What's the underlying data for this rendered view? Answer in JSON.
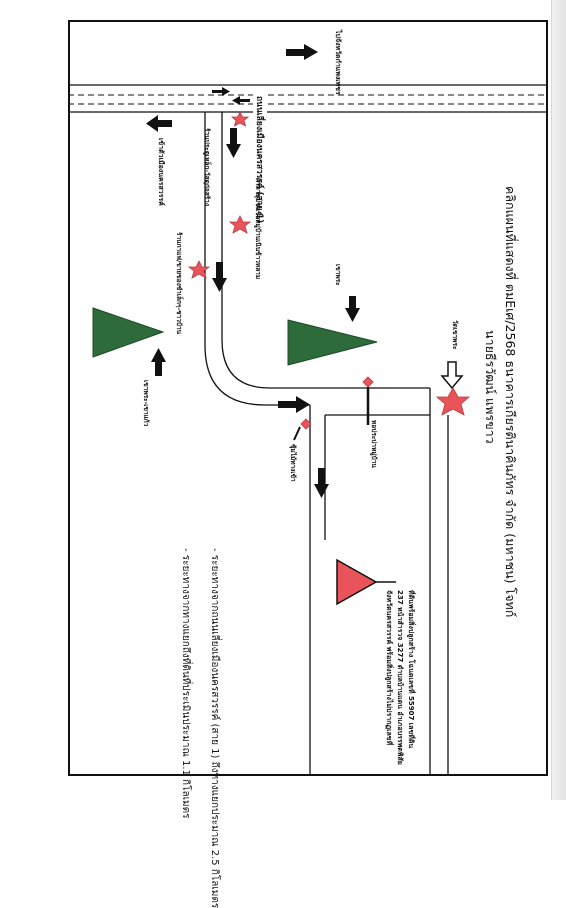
{
  "title": {
    "line1": "คลิกแผนที่แสดงที่ ตมEเศ/2568 ธนาคารเกียรตินาคินภัทร จำกัด (มหาชน) โจทก์",
    "line2": "นายธีรวัฒน์ แพรขาว"
  },
  "labels": {
    "top_road": "ไปจังหวัดกำแพงเพชร",
    "main_road": "ถนนเลี่ยงเมืองนครสวรรค์ (สาย 1)",
    "to_city": "เข้าตัวเมืองนครสวรรค์",
    "shop_store": "ร้านประตูเหล็ก-วัสดุก่อสร้าง",
    "hall": "ศาลาชุมชนชื่อหมู่บ้านเนินข้าวหลาม",
    "car_shop": "ร้านกาแฟ/ขายของชำเล็กๆ-ชาวบ้าน",
    "khao_pa": "เขาพระ",
    "khao_kaew": "เขาพระ-เขาแก้ว",
    "temple": "วัดเขาพระ",
    "water_tower": "หอประปาหมู่บ้าน",
    "house_label": "ซุ้มไม้ทางเข้า",
    "property": "ที่ดินพร้อมสิ่งปลูกสร้าง โฉนดเลขที่ 55907 เลขที่ดิน 237 หน้าสำรวจ 3277 ตำบลบ้านแดน อำเภอบรรพตพิสัย จังหวัดนครสวรรค์",
    "property_desc": "พร้อมสิ่งปลูกสร้างไม่ปรากฏเลขที่"
  },
  "notes": {
    "n1": "- ระยะทางจากถนนเลี่ยงเมืองนครสวรรค์ (สาย 1) ถึงทางแยกประมาณ 2.5 กิโลเมตร",
    "n2": "- ระยะทางจากทางแยกถึงที่ดินที่ประเมินประมาณ 1.1 กิโลเมตร"
  },
  "colors": {
    "mountain": "#2e6b3a",
    "star": "#e8545a",
    "property_triangle": "#e8545a",
    "arrow": "#111111"
  },
  "icons": [
    "arrow-icon",
    "star-landmark-icon",
    "mountain-icon",
    "diamond-landmark-icon",
    "hollow-arrow-icon",
    "property-triangle-icon"
  ]
}
